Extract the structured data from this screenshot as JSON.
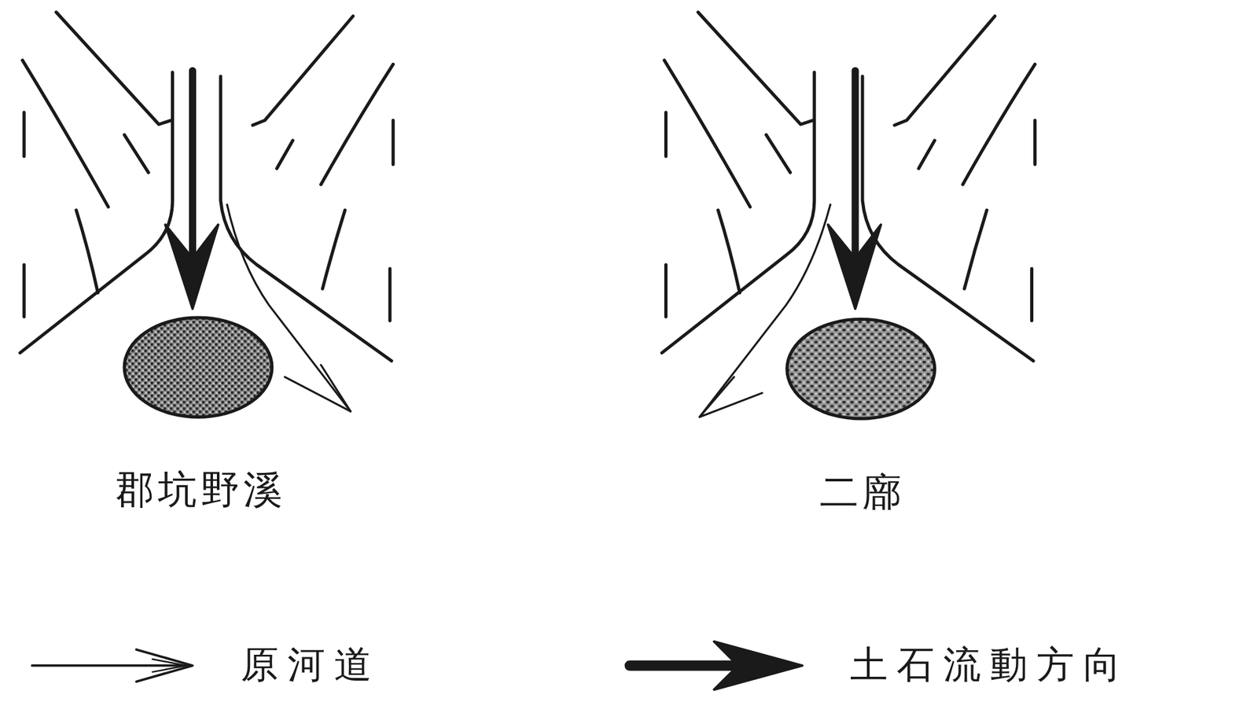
{
  "diagram": {
    "labels": [
      "郡坑野溪",
      "二廍"
    ],
    "legend": [
      {
        "text": "原河道"
      },
      {
        "text": "土石流動方向"
      }
    ]
  }
}
